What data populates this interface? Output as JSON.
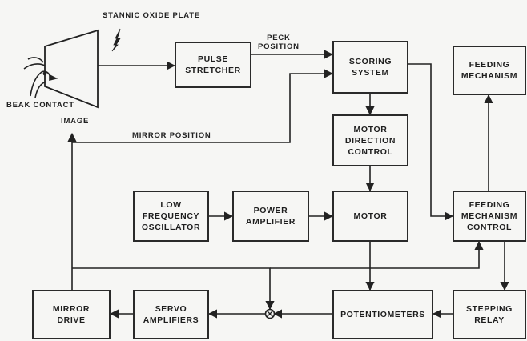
{
  "blocks": {
    "pulse_stretcher": [
      "PULSE",
      "STRETCHER"
    ],
    "scoring_system": [
      "SCORING",
      "SYSTEM"
    ],
    "feeding_mechanism": [
      "FEEDING",
      "MECHANISM"
    ],
    "motor_direction_control": [
      "MOTOR",
      "DIRECTION",
      "CONTROL"
    ],
    "low_frequency_oscillator": [
      "LOW",
      "FREQUENCY",
      "OSCILLATOR"
    ],
    "power_amplifier": [
      "POWER",
      "AMPLIFIER"
    ],
    "motor": [
      "MOTOR"
    ],
    "feeding_mechanism_control": [
      "FEEDING",
      "MECHANISM",
      "CONTROL"
    ],
    "mirror_drive": [
      "MIRROR",
      "DRIVE"
    ],
    "servo_amplifiers": [
      "SERVO",
      "AMPLIFIERS"
    ],
    "potentiometers": [
      "POTENTIOMETERS"
    ],
    "stepping_relay": [
      "STEPPING",
      "RELAY"
    ]
  },
  "labels": {
    "stannic_oxide_plate": "STANNIC OXIDE PLATE",
    "peck_position": [
      "PECK",
      "POSITION"
    ],
    "beak_contact": "BEAK CONTACT",
    "image": "IMAGE",
    "mirror_position": "MIRROR POSITION"
  },
  "icons": {
    "pigeon": "pigeon-head-sketch",
    "plate": "stannic-oxide-plate",
    "junction": "summing-junction"
  }
}
